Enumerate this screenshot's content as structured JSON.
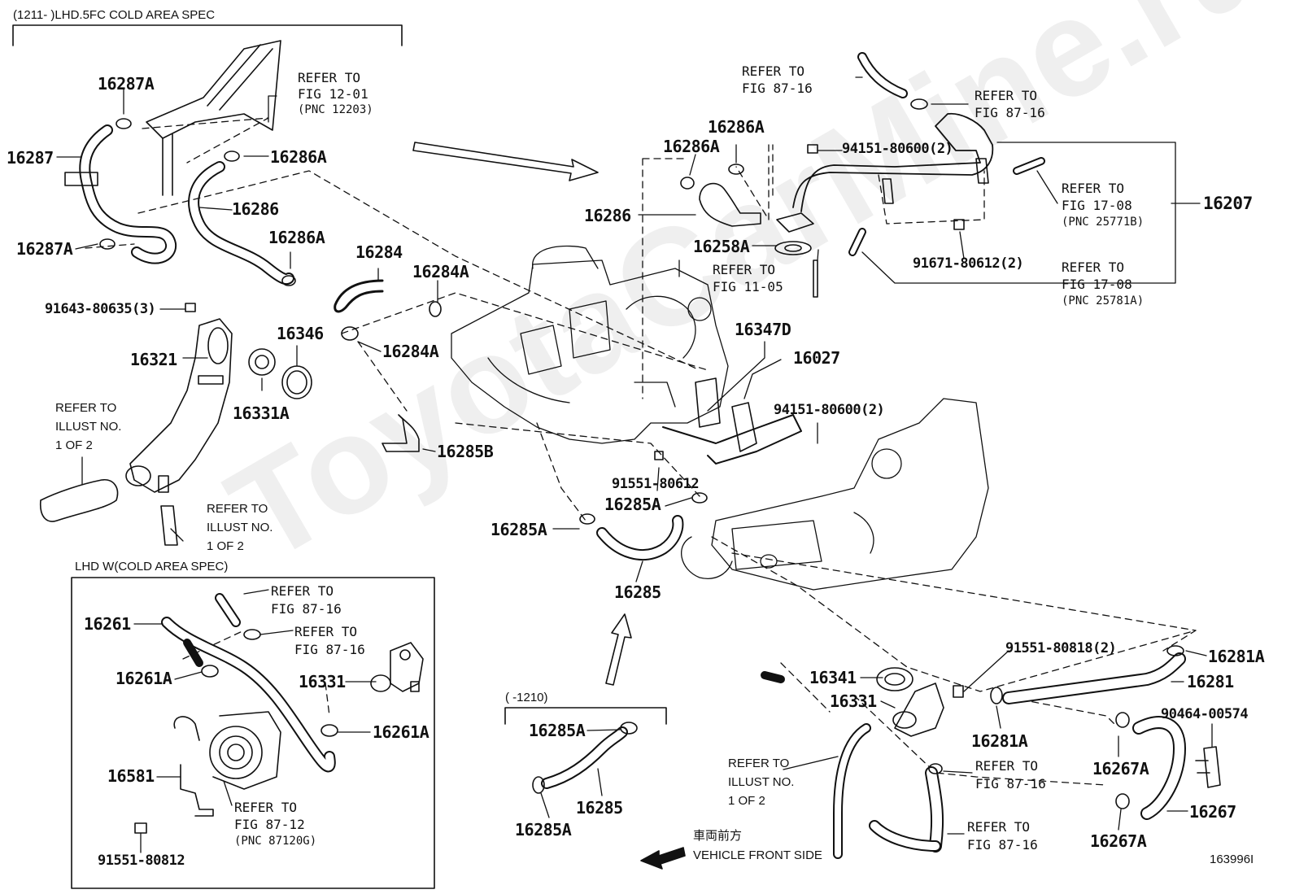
{
  "watermark": "ToyotaCarMine.ru",
  "sections": {
    "top_left": "(1211-      )LHD.5FC COLD AREA SPEC",
    "lower_left_box": "LHD W(COLD AREA SPEC)",
    "small_inset": "(      -1210)"
  },
  "figure_id": "163996I",
  "vehicle_front": {
    "jp": "車両前方",
    "en": "VEHICLE FRONT SIDE"
  },
  "parts": {
    "p16287A_top": "16287A",
    "p16287": "16287",
    "p16287A_bot": "16287A",
    "p16286A_top": "16286A",
    "p16286": "16286",
    "p16286A_bot": "16286A",
    "p91643": "91643-80635(3)",
    "p16321": "16321",
    "p16346": "16346",
    "p16331A": "16331A",
    "p16284": "16284",
    "p16284A_top": "16284A",
    "p16284A_bot": "16284A",
    "p16285B": "16285B",
    "p16286A_c1": "16286A",
    "p16286A_c2": "16286A",
    "p16286_c": "16286",
    "p94151_top": "94151-80600(2)",
    "p16258A": "16258A",
    "p91671": "91671-80612(2)",
    "p16207": "16207",
    "p16347D": "16347D",
    "p16027": "16027",
    "p94151_mid": "94151-80600(2)",
    "p91551_80612": "91551-80612",
    "p16285A_c": "16285A",
    "p16285A_l": "16285A",
    "p16285": "16285",
    "p16261": "16261",
    "p16261A_l": "16261A",
    "p16331_box": "16331",
    "p16261A_r": "16261A",
    "p16581": "16581",
    "p91551_80812": "91551-80812",
    "p16285A_in_top": "16285A",
    "p16285_in": "16285",
    "p16285A_in_bot": "16285A",
    "p91551_80818": "91551-80818(2)",
    "p16281A_r": "16281A",
    "p16281": "16281",
    "p16341": "16341",
    "p16331_r": "16331",
    "p16281A_b": "16281A",
    "p90464": "90464-00574",
    "p16267A_t": "16267A",
    "p16267": "16267",
    "p16267A_b": "16267A"
  },
  "refs": {
    "r_fig12": [
      "REFER TO",
      "FIG 12-01",
      "(PNC 12203)"
    ],
    "r_ill_a": [
      "REFER TO",
      "ILLUST NO.",
      "1 OF 2"
    ],
    "r_ill_b": [
      "REFER TO",
      "ILLUST NO.",
      "1 OF 2"
    ],
    "r_fig87_a": [
      "REFER TO",
      "FIG 87-16"
    ],
    "r_fig87_b": [
      "REFER TO",
      "FIG 87-16"
    ],
    "r_fig1108": [
      "REFER TO",
      "FIG 11-05"
    ],
    "r_fig1708_b": [
      "REFER TO",
      "FIG 17-08",
      "(PNC 25771B)"
    ],
    "r_fig1708_a": [
      "REFER TO",
      "FIG 17-08",
      "(PNC 25781A)"
    ],
    "r_fig87_c": [
      "REFER TO",
      "FIG 87-16"
    ],
    "r_fig87_d": [
      "REFER TO",
      "FIG 87-16"
    ],
    "r_fig8712": [
      "REFER TO",
      "FIG 87-12",
      "(PNC 87120G)"
    ],
    "r_ill_c": [
      "REFER TO",
      "ILLUST NO.",
      "1 OF 2"
    ],
    "r_fig87_e": [
      "REFER TO",
      "FIG 87-16"
    ],
    "r_fig87_f": [
      "REFER TO",
      "FIG 87-16"
    ]
  }
}
